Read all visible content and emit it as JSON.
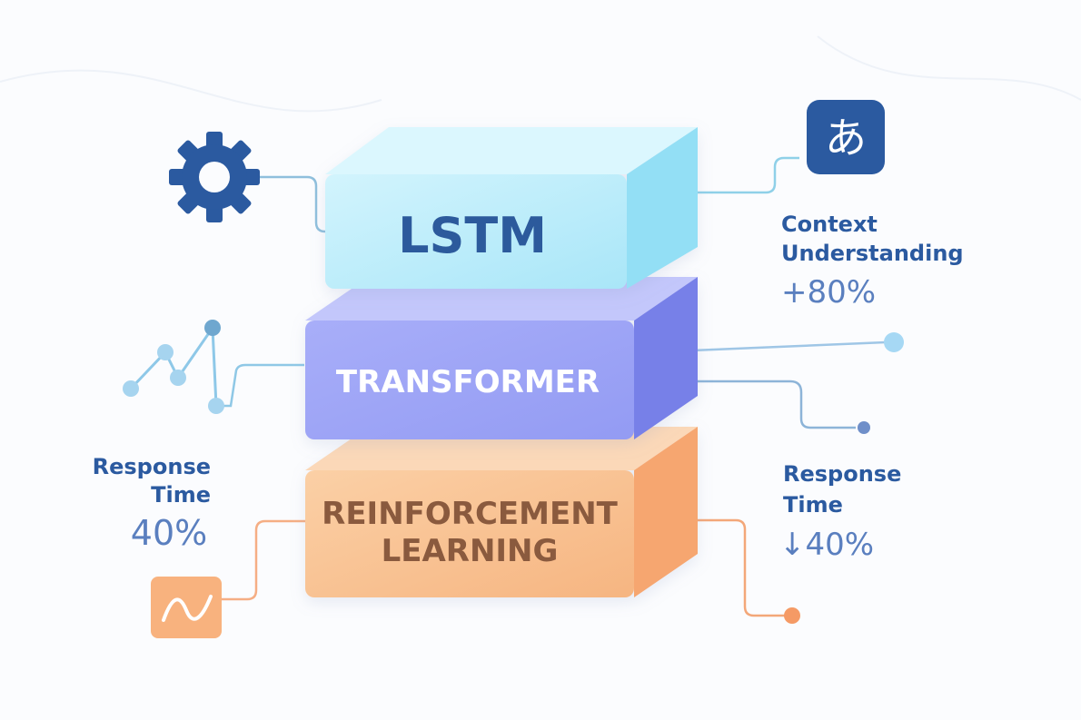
{
  "blocks": {
    "lstm": {
      "label": "LSTM",
      "front": "#b9ecfa",
      "top": "#d6f6fd",
      "side": "#8fdcf4",
      "text": "#2c5a9c"
    },
    "transformer": {
      "label": "TRANSFORMER",
      "front": "#9ea4f6",
      "top": "#c1c5fb",
      "side": "#7b84ec",
      "text": "#ffffff"
    },
    "reinforcement": {
      "line1": "REINFORCEMENT",
      "line2": "LEARNING",
      "front": "#f8c190",
      "top": "#fbd6b4",
      "side": "#f5a06a",
      "text": "#8a5a3e"
    }
  },
  "annotations": {
    "context": {
      "line1": "Context",
      "line2": "Understanding",
      "value": "+80%"
    },
    "response_right": {
      "line1": "Response",
      "line2": "Time",
      "value": "↓40%"
    },
    "response_left": {
      "line1": "Response",
      "line2": "Time",
      "value": "40%"
    }
  },
  "icons": {
    "gear": "gear-icon",
    "translate": "translate-icon",
    "translate_glyph": "あ",
    "network": "network-graph-icon",
    "wave": "wave-chart-icon"
  },
  "colors": {
    "navy": "#2b5aa0",
    "blue_value": "#5a7fbf",
    "cyan_line": "#8fd0e8",
    "blue_line": "#7fb0d8",
    "orange_line": "#f3a779",
    "orange_dot": "#f59a65",
    "network": "#8ec8e8",
    "network_dark": "#6fa7cf"
  }
}
